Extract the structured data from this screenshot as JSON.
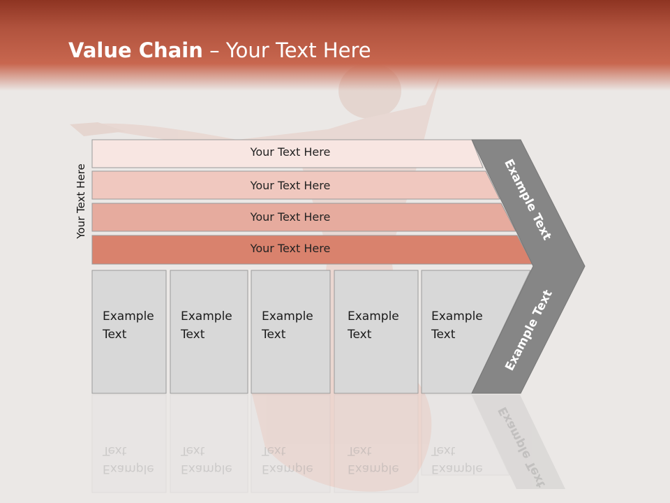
{
  "title": {
    "bold": "Value Chain",
    "rest": " – Your Text Here"
  },
  "side_label": "Your Text Here",
  "rows": [
    {
      "label": "Your Text Here",
      "color": "#f8e6e2"
    },
    {
      "label": "Your Text Here",
      "color": "#f0c8bf"
    },
    {
      "label": "Your Text Here",
      "color": "#e6ab9e"
    },
    {
      "label": "Your Text Here",
      "color": "#d9826d"
    }
  ],
  "boxes": [
    {
      "line1": "Example",
      "line2": "Text"
    },
    {
      "line1": "Example",
      "line2": "Text"
    },
    {
      "line1": "Example",
      "line2": "Text"
    },
    {
      "line1": "Example",
      "line2": "Text"
    },
    {
      "line1": "Example",
      "line2": "Text"
    }
  ],
  "chevron": {
    "top": "Example Text",
    "bottom": "Example Text",
    "color": "#868686"
  }
}
